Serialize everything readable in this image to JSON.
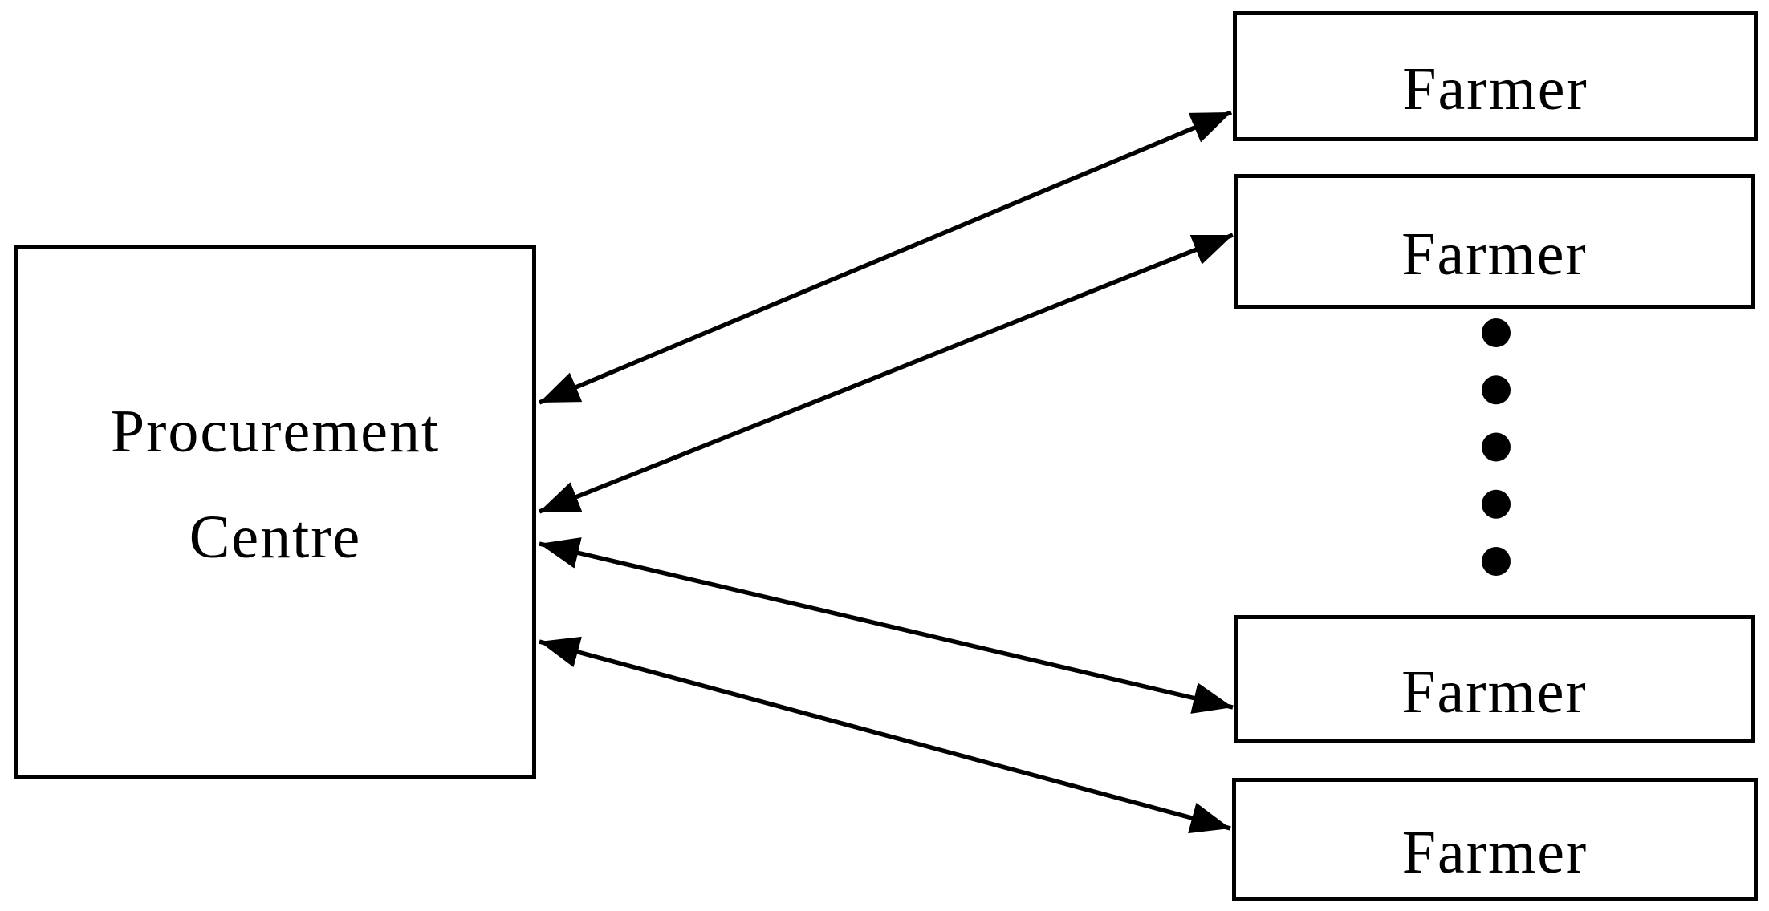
{
  "diagram": {
    "background_color": "#ffffff",
    "line_color": "#000000",
    "procurement_centre": {
      "label_line1": "Procurement",
      "label_line2": "Centre"
    },
    "farmers": [
      {
        "label": "Farmer"
      },
      {
        "label": "Farmer"
      },
      {
        "label": "Farmer"
      },
      {
        "label": "Farmer"
      }
    ],
    "ellipsis": {
      "dot_count": 5,
      "meaning": "more farmers"
    },
    "connections": [
      {
        "from": "Procurement Centre",
        "to": "Farmer 1",
        "bidirectional": true
      },
      {
        "from": "Procurement Centre",
        "to": "Farmer 2",
        "bidirectional": true
      },
      {
        "from": "Procurement Centre",
        "to": "Farmer 3",
        "bidirectional": true
      },
      {
        "from": "Procurement Centre",
        "to": "Farmer 4",
        "bidirectional": true
      }
    ]
  }
}
